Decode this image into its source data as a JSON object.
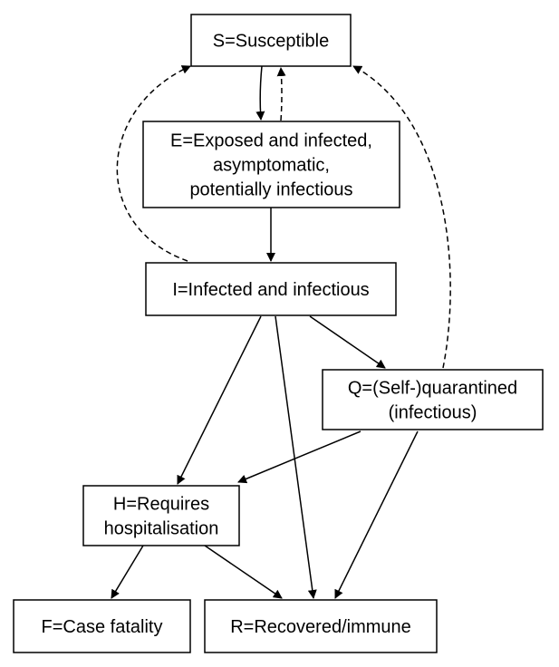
{
  "diagram": {
    "nodes": [
      {
        "id": "S",
        "lines": [
          "S=Susceptible"
        ]
      },
      {
        "id": "E",
        "lines": [
          "E=Exposed and infected,",
          "asymptomatic,",
          "potentially infectious"
        ]
      },
      {
        "id": "I",
        "lines": [
          "I=Infected and infectious"
        ]
      },
      {
        "id": "Q",
        "lines": [
          "Q=(Self-)quarantined",
          "(infectious)"
        ]
      },
      {
        "id": "H",
        "lines": [
          "H=Requires",
          "hospitalisation"
        ]
      },
      {
        "id": "F",
        "lines": [
          "F=Case fatality"
        ]
      },
      {
        "id": "R",
        "lines": [
          "R=Recovered/immune"
        ]
      }
    ],
    "edges": [
      {
        "from": "S",
        "to": "E",
        "style": "solid"
      },
      {
        "from": "E",
        "to": "S",
        "style": "dashed"
      },
      {
        "from": "E",
        "to": "I",
        "style": "solid"
      },
      {
        "from": "I",
        "to": "S",
        "style": "dashed"
      },
      {
        "from": "I",
        "to": "Q",
        "style": "solid"
      },
      {
        "from": "I",
        "to": "H",
        "style": "solid"
      },
      {
        "from": "I",
        "to": "R",
        "style": "solid"
      },
      {
        "from": "Q",
        "to": "S",
        "style": "dashed"
      },
      {
        "from": "Q",
        "to": "H",
        "style": "solid"
      },
      {
        "from": "Q",
        "to": "R",
        "style": "solid"
      },
      {
        "from": "H",
        "to": "F",
        "style": "solid"
      },
      {
        "from": "H",
        "to": "R",
        "style": "solid"
      }
    ],
    "colors": {
      "stroke": "#000000",
      "fill": "#ffffff",
      "text": "#000000"
    }
  }
}
